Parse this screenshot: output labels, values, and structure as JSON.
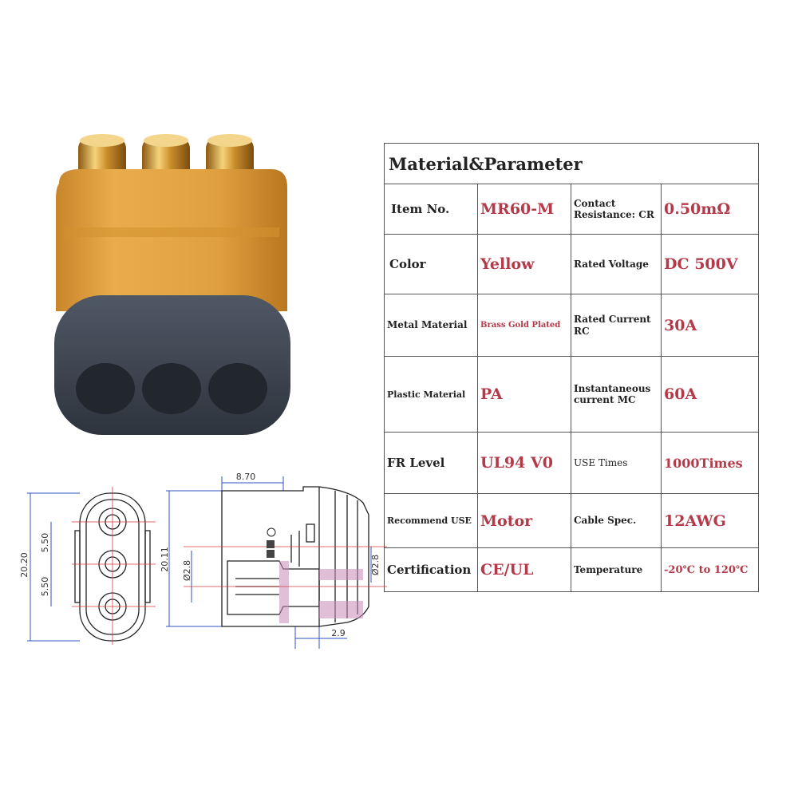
{
  "table": {
    "title": "Material&Parameter",
    "rows": [
      {
        "label1": "Item No.",
        "value1": "MR60-M",
        "label2": "Contact Resistance: CR",
        "value2": "0.50mΩ"
      },
      {
        "label1": "Color",
        "value1": "Yellow",
        "label2": "Rated Voltage",
        "value2": "DC 500V"
      },
      {
        "label1": "Metal Material",
        "value1": "Brass Gold Plated",
        "label2": "Rated Current RC",
        "value2": "30A"
      },
      {
        "label1": "Plastic Material",
        "value1": "PA",
        "label2": "Instantaneous current MC",
        "value2": "60A"
      },
      {
        "label1": "FR Level",
        "value1": "UL94 V0",
        "label2": "USE Times",
        "value2": "1000Times"
      },
      {
        "label1": "Recommend USE",
        "value1": "Motor",
        "label2": "Cable Spec.",
        "value2": "12AWG"
      },
      {
        "label1": "Certification",
        "value1": "CE/UL",
        "label2": "Temperature",
        "value2": "-20℃ to 120℃"
      }
    ]
  },
  "drawing": {
    "front_height": "20.20",
    "front_pitch_top": "5.50",
    "front_pitch_bottom": "5.50",
    "side_length": "8.70",
    "side_height": "20.11",
    "pin_dia_left": "Ø2.8",
    "pin_dia_right": "Ø2.8",
    "pin_offset": "2.9"
  },
  "colors": {
    "housing": "#e2a33c",
    "cap": "#3d4450",
    "pin": "#d9a441",
    "value_text": "#b43a4a",
    "dimension_line": "#3050c0"
  }
}
